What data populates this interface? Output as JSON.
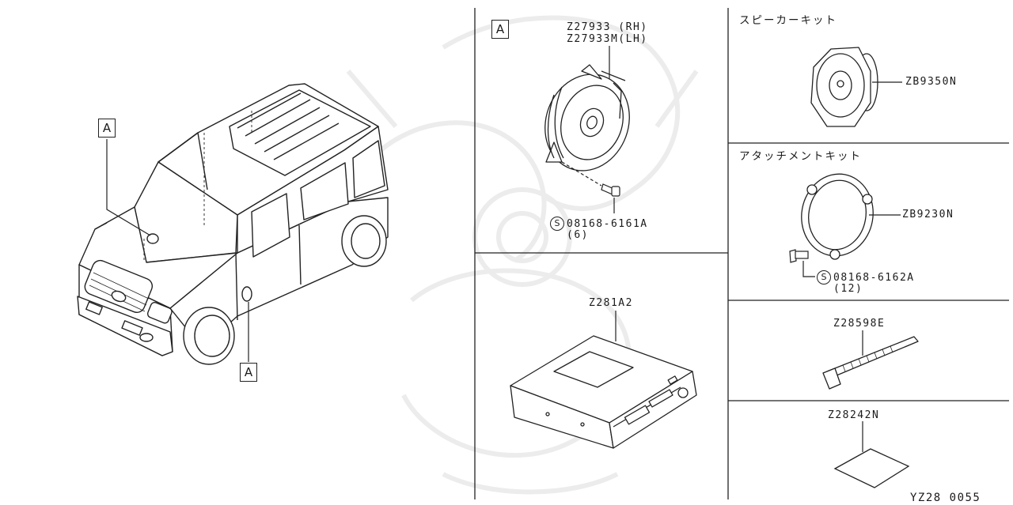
{
  "diagram_code": "YZ28 0055",
  "vehicle": {
    "callout_a_top": "A",
    "callout_a_bottom": "A"
  },
  "panel_a": {
    "tag": "A",
    "speaker_part_rh": "Z27933 (RH)",
    "speaker_part_lh": "Z27933M(LH)",
    "screw_symbol": "S",
    "screw_part": "08168-6161A",
    "screw_qty": "(6)"
  },
  "head_unit": {
    "part": "Z281A2"
  },
  "speaker_kit": {
    "title": "スピーカーキット",
    "part": "ZB9350N"
  },
  "attachment_kit": {
    "title": "アタッチメントキット",
    "part": "ZB9230N",
    "screw_symbol": "S",
    "screw_part": "08168-6162A",
    "screw_qty": "(12)"
  },
  "cable_tie": {
    "part": "Z28598E"
  },
  "pad": {
    "part": "Z28242N"
  }
}
